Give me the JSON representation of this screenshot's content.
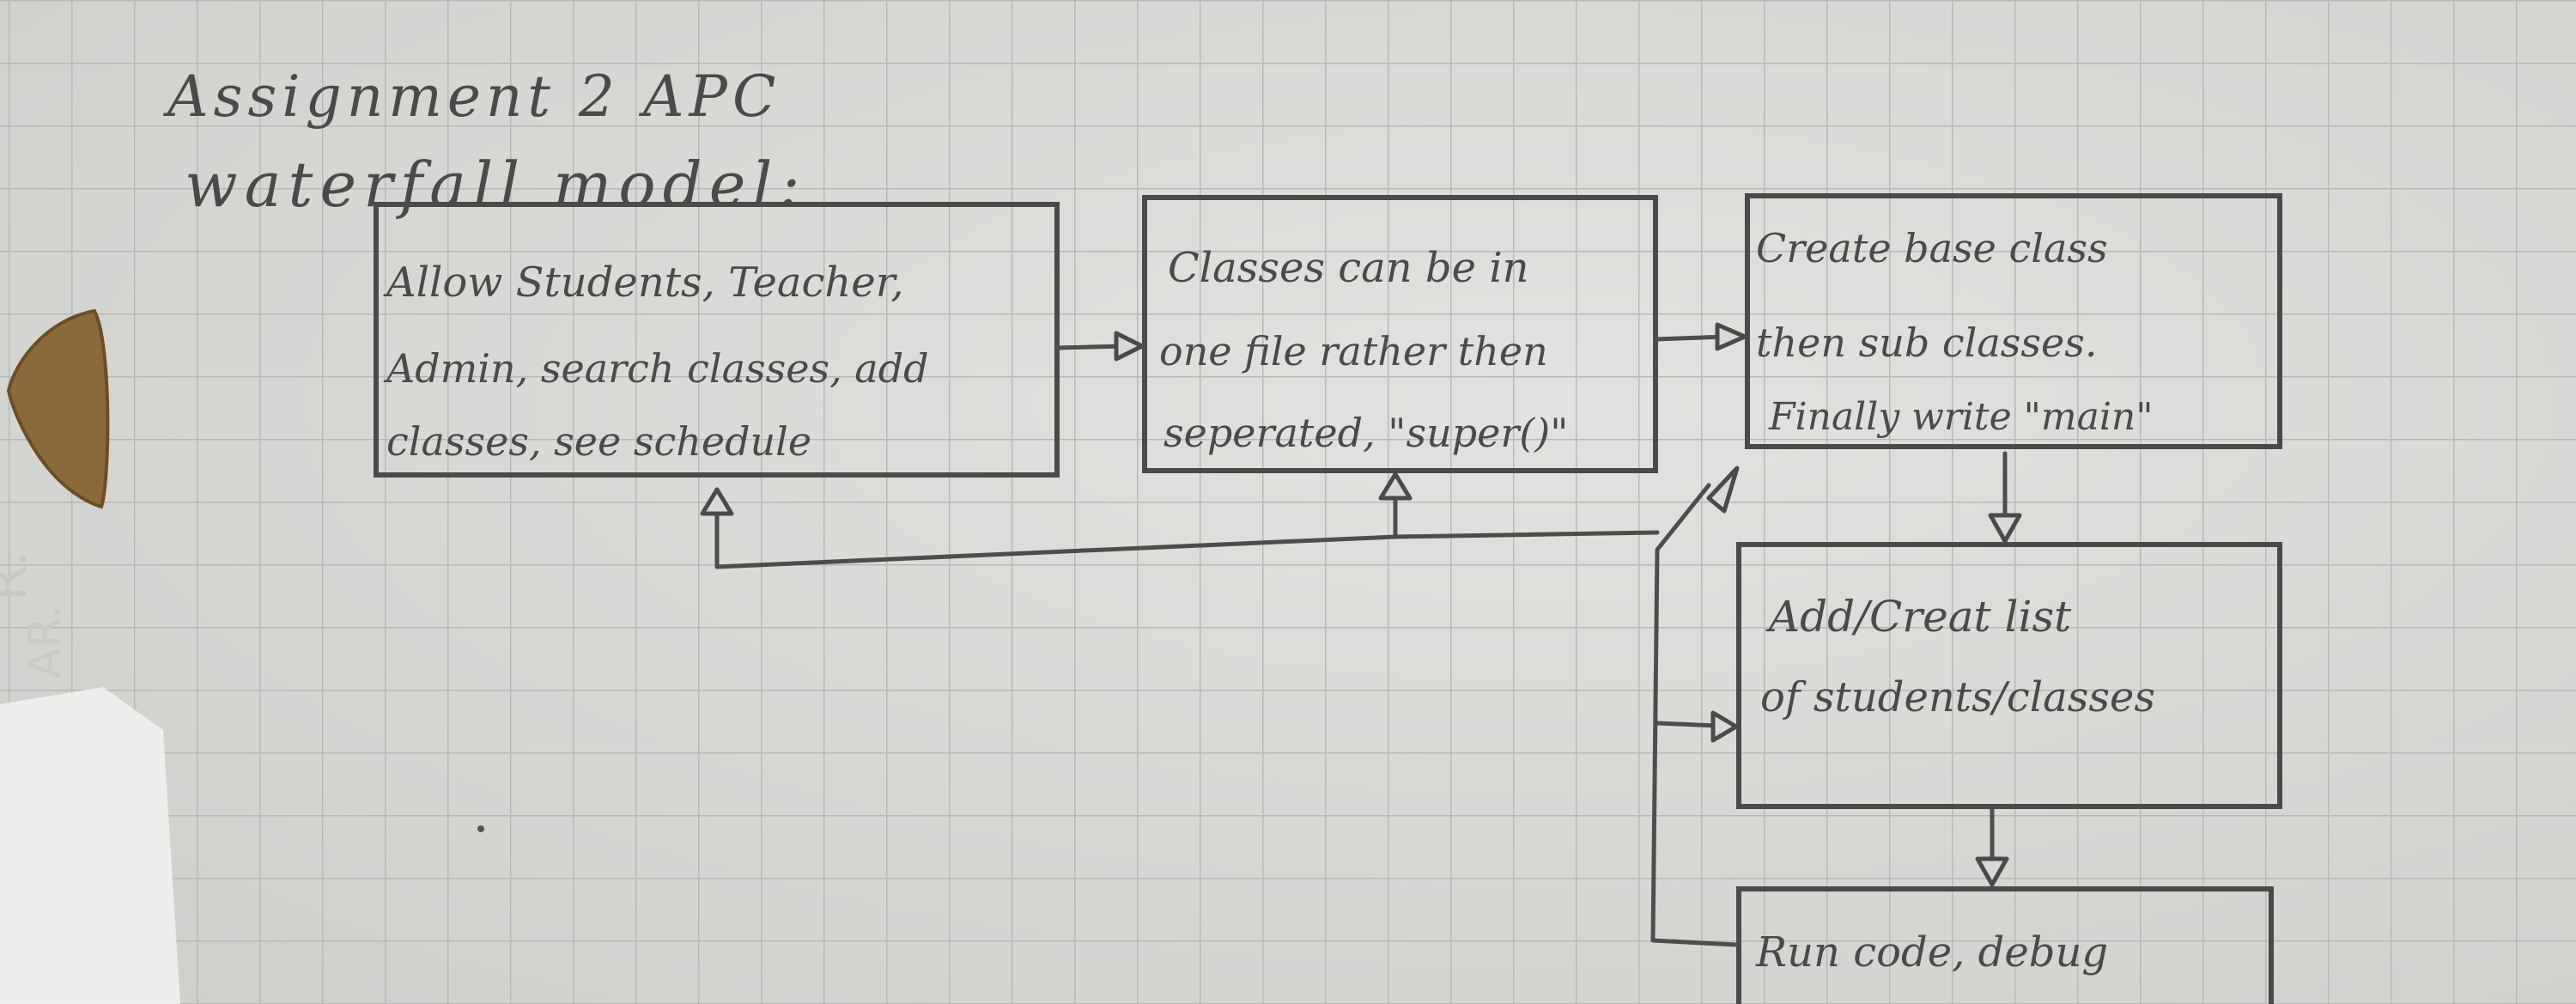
{
  "paper": {
    "title_line1": "Assignment 2 APC",
    "title_line2": "waterfall model:",
    "margin_mark": "R.",
    "margin_mark2": "AR."
  },
  "boxes": {
    "requirements": {
      "line1": "Allow Students, Teacher,",
      "line2": "Admin, search classes, add",
      "line3": "classes, see schedule"
    },
    "design": {
      "line1": "Classes can be in",
      "line2": "one file rather then",
      "line3": "seperated, \"super()\""
    },
    "implementation": {
      "line1": "Create base class",
      "line2": "then sub classes.",
      "line3": "Finally write \"main\""
    },
    "data": {
      "line1": "Add/Creat list",
      "line2": "of students/classes"
    },
    "testing": {
      "line1": "Run code, debug"
    }
  },
  "colors": {
    "paper": "#dcdcda",
    "grid": "#b8b8b6",
    "ink": "#4a4a4a",
    "hole": "#8a6a3a"
  }
}
